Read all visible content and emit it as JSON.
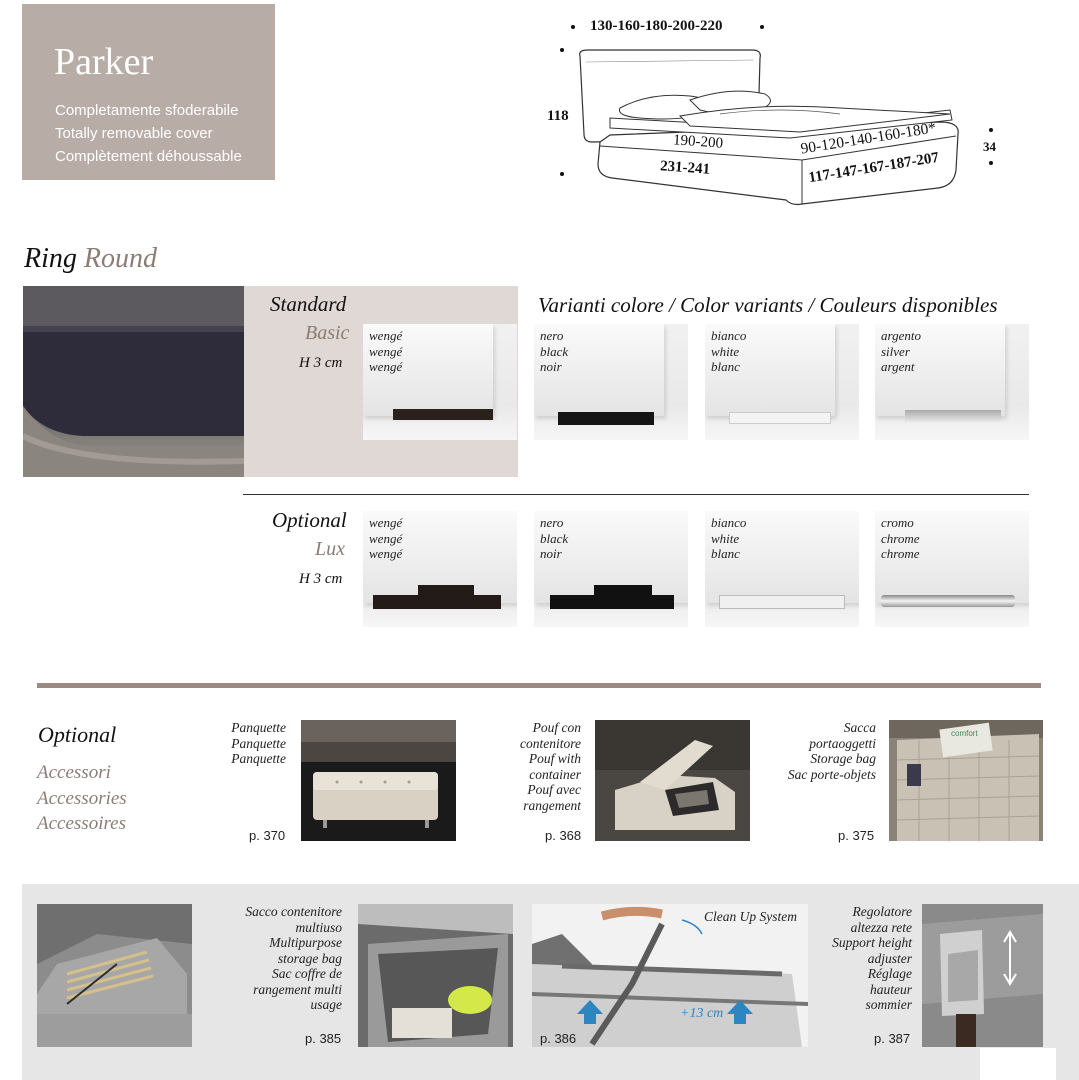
{
  "header": {
    "title": "Parker",
    "lines": [
      "Completamente sfoderabile",
      "Totally removable cover",
      "Complètement déhoussable"
    ]
  },
  "diagram": {
    "widths": "130-160-180-200-220",
    "height": "118",
    "length_inner": "190-200",
    "length_outer": "231-241",
    "mattress_widths": "90-120-140-160-180*",
    "outer_widths": "117-147-167-187-207",
    "base_height": "34"
  },
  "ring": {
    "word1": "Ring",
    "word2": "Round"
  },
  "standard": {
    "title": "Standard",
    "subtitle": "Basic",
    "height": "H 3 cm"
  },
  "optional_lux": {
    "title": "Optional",
    "subtitle": "Lux",
    "height": "H 3 cm"
  },
  "variants_title": "Varianti colore / Color variants / Couleurs disponibles",
  "basic_swatches": [
    {
      "lines": [
        "wengé",
        "wengé",
        "wengé"
      ],
      "foot_color": "#2a211c"
    },
    {
      "lines": [
        "nero",
        "black",
        "noir"
      ],
      "foot_color": "#141414"
    },
    {
      "lines": [
        "bianco",
        "white",
        "blanc"
      ],
      "foot_color": "#f4f4f4"
    },
    {
      "lines": [
        "argento",
        "silver",
        "argent"
      ],
      "foot_color": "#c9c9c9"
    }
  ],
  "lux_swatches": [
    {
      "lines": [
        "wengé",
        "wengé",
        "wengé"
      ],
      "foot_color": "#231b17"
    },
    {
      "lines": [
        "nero",
        "black",
        "noir"
      ],
      "foot_color": "#111111"
    },
    {
      "lines": [
        "bianco",
        "white",
        "blanc"
      ],
      "foot_color": "#f0f0f0"
    },
    {
      "lines": [
        "cromo",
        "chrome",
        "chrome"
      ],
      "foot_color": "#d6d6d6"
    }
  ],
  "accessories_heading": {
    "title": "Optional",
    "lines": [
      "Accessori",
      "Accessories",
      "Accessoires"
    ]
  },
  "accessories": [
    {
      "lines": [
        "Panquette",
        "Panquette",
        "Panquette"
      ],
      "page": "p. 370"
    },
    {
      "lines": [
        "Pouf con",
        "contenitore",
        "Pouf with",
        "container",
        "Pouf avec",
        "rangement"
      ],
      "page": "p. 368"
    },
    {
      "lines": [
        "Sacca",
        "portaoggetti",
        "Storage bag",
        "Sac porte-objets"
      ],
      "page": "p. 375"
    }
  ],
  "bottom": {
    "storage": {
      "lines": [
        "Sacco contenitore",
        "multiuso",
        "Multipurpose",
        "storage bag",
        "Sac coffre de",
        "rangement multi",
        "usage"
      ],
      "page": "p. 385"
    },
    "cleanup": {
      "label": "Clean Up System",
      "lift": "+13 cm",
      "page": "p. 386"
    },
    "adjuster": {
      "lines": [
        "Regolatore",
        "altezza rete",
        "Support height",
        "adjuster",
        "Réglage",
        "hauteur",
        "sommier"
      ],
      "page": "p. 387"
    },
    "photo_text": "comfort"
  }
}
